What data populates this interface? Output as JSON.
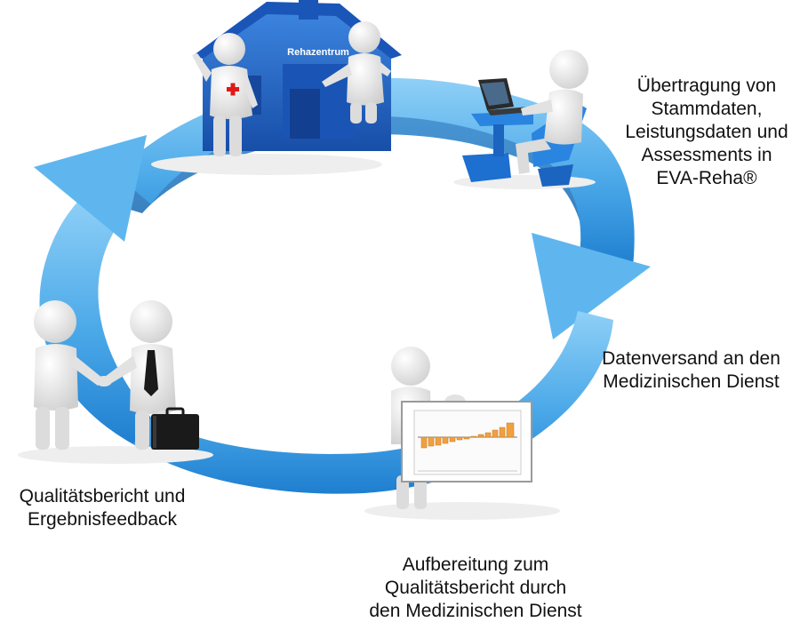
{
  "colors": {
    "cycle_arrow": "#5cb3ec",
    "cycle_arrow_dark": "#1c78c9",
    "house": "#1e62c4",
    "figure": "#e9e9e9",
    "chart_bar": "#f0a040",
    "cross": "#e01818"
  },
  "icons": {
    "cycle": "circular-arrow-icon",
    "clinic": "house-icon",
    "data_entry": "laptop-icon",
    "report": "chart-board-icon",
    "feedback": "handshake-icon"
  },
  "stations": {
    "clinic": {
      "sign": "Rehazentrum"
    },
    "transfer": {
      "lines": [
        "Übertragung von",
        "Stammdaten,",
        "Leistungsdaten und",
        "Assessments in",
        "EVA-Reha®"
      ]
    },
    "dispatch": {
      "lines": [
        "Datenversand an den",
        "Medizinischen Dienst"
      ]
    },
    "preparation": {
      "lines": [
        "Aufbereitung zum",
        "Qualitätsbericht durch",
        "den Medizinischen Dienst"
      ]
    },
    "feedback": {
      "lines": [
        "Qualitätsbericht und",
        "Ergebnisfeedback"
      ]
    }
  }
}
